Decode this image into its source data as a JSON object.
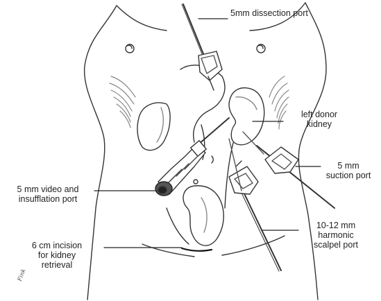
{
  "labels": {
    "dissection_port": "5mm dissection port",
    "donor_kidney": "left donor\nkidney",
    "suction_port": "5 mm\nsuction port",
    "video_port": "5 mm video and\ninsufflation port",
    "scalpel_port": "10-12 mm\nharmonic\nscalpel port",
    "incision": "6 cm incision\nfor kidney\nretrieval"
  },
  "signature": "Fink",
  "colors": {
    "ink": "#222222",
    "line": "#333333",
    "shade": "#9a9a9a"
  }
}
